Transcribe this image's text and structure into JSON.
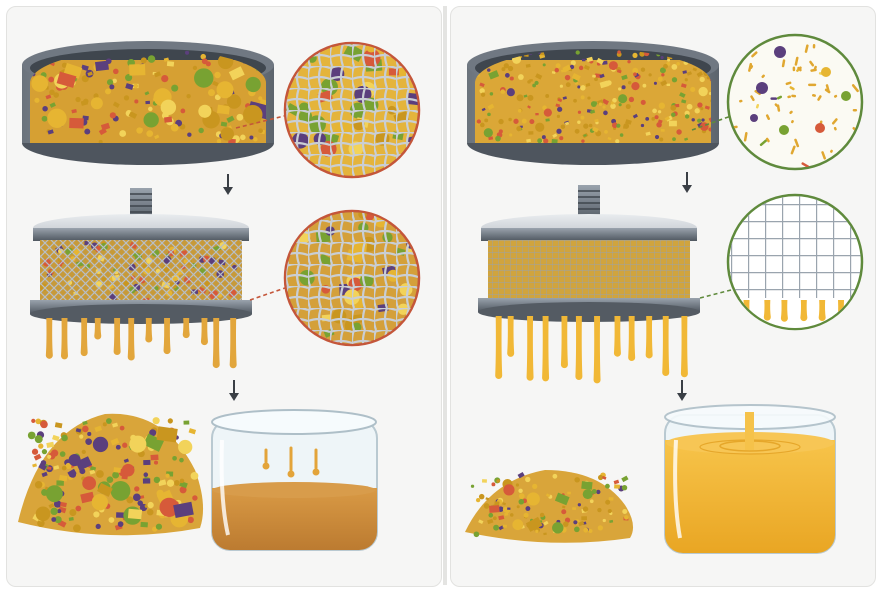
{
  "title": "",
  "panels": [
    {
      "id": "left",
      "mesh": "coarse",
      "ingredient_colors": [
        "#c9961f",
        "#5b3f7d",
        "#e6b532",
        "#78a232",
        "#d65a3a",
        "#f2d35a"
      ],
      "liquid_color": "#c8893b",
      "residue": "large-pile"
    },
    {
      "id": "right",
      "mesh": "fine",
      "ingredient_colors": [
        "#c9961f",
        "#5b3f7d",
        "#e6b532",
        "#78a232",
        "#d65a3a",
        "#f2d35a"
      ],
      "liquid_color": "#f0b532",
      "residue": "small-pile"
    }
  ],
  "arrows": [
    "down-arrow",
    "down-arrow",
    "down-arrow",
    "down-arrow"
  ],
  "colors": {
    "panel_bg": "#f6f6f5",
    "metal_dark": "#5e6670",
    "metal_light": "#c7ccd2",
    "callout_left": "#c4563a",
    "callout_right": "#5f8a3c",
    "glass": "#dfeef4"
  }
}
